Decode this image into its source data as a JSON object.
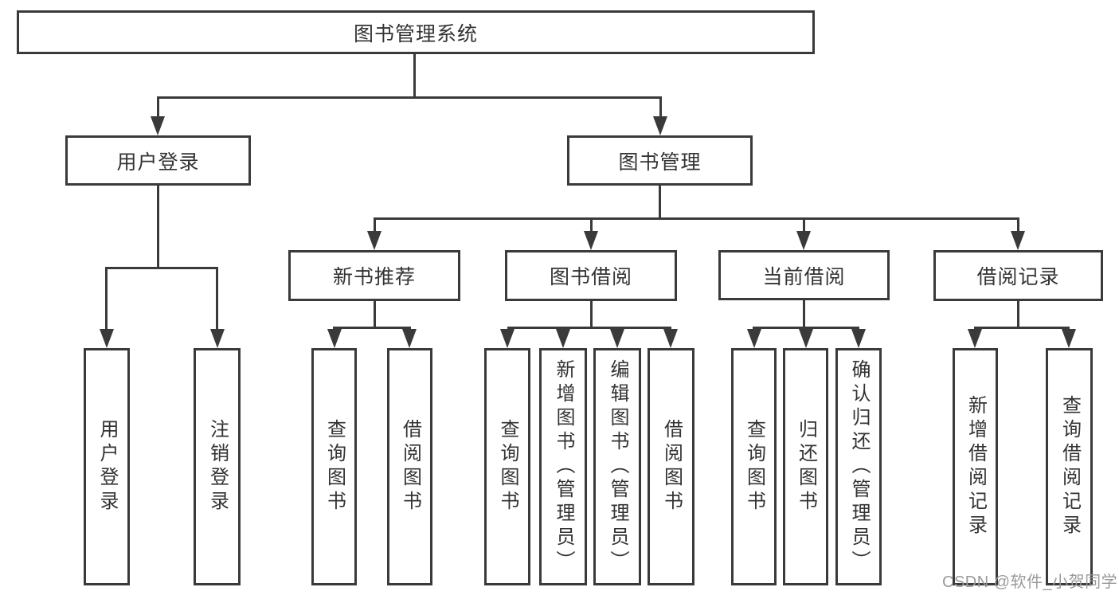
{
  "nodes": {
    "root": "图书管理系统",
    "user_login": "用户登录",
    "book_management": "图书管理",
    "new_book_recommend": "新书推荐",
    "book_borrow": "图书借阅",
    "current_borrow": "当前借阅",
    "borrow_records": "借阅记录",
    "user_login_leaf": "用户登录",
    "logout_leaf": "注销登录",
    "nb_query_books": "查询图书",
    "nb_borrow_books": "借阅图书",
    "bb_query_books": "查询图书",
    "bb_add_books": "新增图书（管理员）",
    "bb_edit_books": "编辑图书（管理员）",
    "bb_borrow_books": "借阅图书",
    "cb_query_books": "查询图书",
    "cb_return_books": "归还图书",
    "cb_confirm_return": "确认归还（管理员）",
    "br_add_record": "新增借阅记录",
    "br_query_record": "查询借阅记录"
  },
  "watermark": {
    "text": "CSDN @软件_小贺同学"
  },
  "colors": {
    "line": "#3a3a3a",
    "text": "#333333",
    "watermark": "#9a9a9a",
    "background": "#ffffff"
  }
}
